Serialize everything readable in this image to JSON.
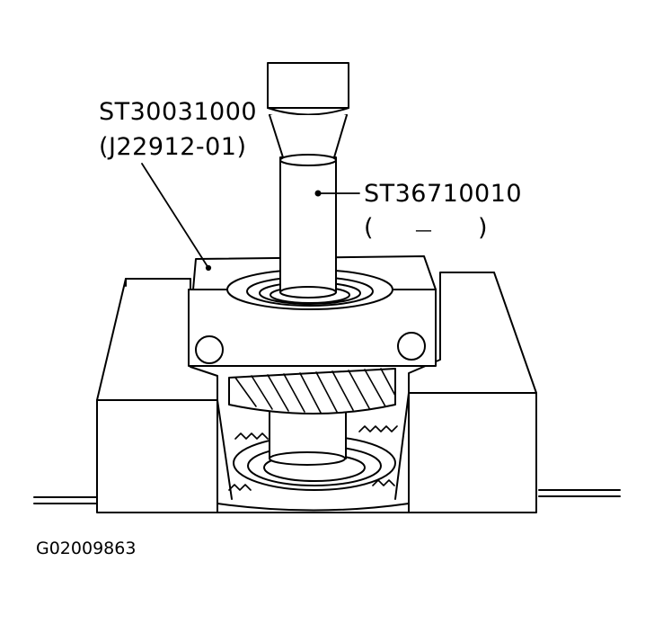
{
  "labels": {
    "tool_1_part_number": "ST30031000",
    "tool_1_kent_moore": "(J22912-01)",
    "tool_2_part_number": "ST36710010",
    "tool_2_alt_open": "(",
    "tool_2_alt_dash": "—",
    "tool_2_alt_close": ")",
    "figure_id": "G02009863"
  }
}
